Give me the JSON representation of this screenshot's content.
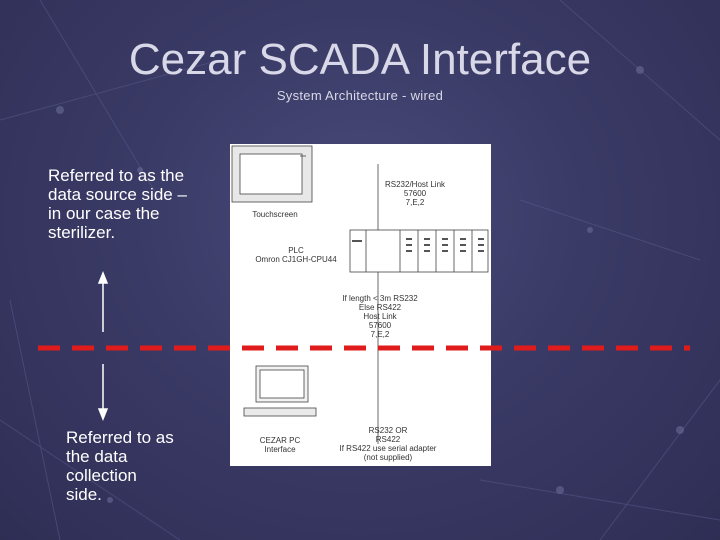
{
  "slide": {
    "title": "Cezar SCADA Interface",
    "subtitle": "System Architecture - wired",
    "left_top_text": "Referred to as the data source side – in our case the sterilizer.",
    "left_bottom_text": "Referred to as the data collection side."
  },
  "diagram": {
    "touchscreen_label": "Touchscreen",
    "plc_label": "PLC",
    "plc_model": "Omron CJ1GH-CPU44",
    "hostlink_label": "RS232/Host Link",
    "hostlink_baud": "57600",
    "hostlink_format": "7,E,2",
    "cable_note_1": "If length < 3m RS232",
    "cable_note_2": "Else RS422",
    "cable_note_3": "Host Link",
    "cable_note_4": "57600",
    "cable_note_5": "7,E,2",
    "pc_label": "CEZAR PC",
    "pc_sub": "Interface",
    "rs_note_1": "RS232 OR",
    "rs_note_2": "RS422",
    "rs_note_3": "If RS422 use serial adapter",
    "rs_note_4": "(not supplied)"
  },
  "colors": {
    "divider": "#e01b1b",
    "background": "#3a3a66",
    "title_text": "#d8d8e8"
  }
}
